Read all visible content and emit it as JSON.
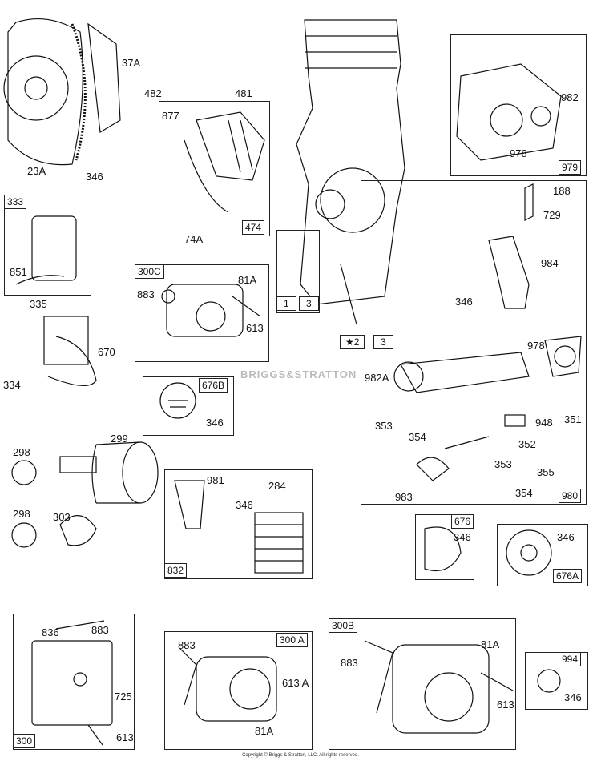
{
  "watermark": "BRIGGS&STRATTON",
  "copyright": "Copyright © Briggs & Stratton, LLC. All rights reserved.",
  "frame_tags": {
    "t333": "333",
    "t474": "474",
    "t300c": "300C",
    "t676b": "676B",
    "t832": "832",
    "t979": "979",
    "t980": "980",
    "t676": "676",
    "t676a": "676A",
    "t300": "300",
    "t300a": "300 A",
    "t300b": "300B",
    "t994": "994",
    "t1": "1",
    "t3a": "3",
    "t2": "★2",
    "t3b": "3"
  },
  "labels": {
    "p37a": "37A",
    "p23a": "23A",
    "p346_1": "346",
    "p482": "482",
    "p481": "481",
    "p877": "877",
    "p74a": "74A",
    "p851": "851",
    "p335": "335",
    "p670": "670",
    "p334": "334",
    "p883_1": "883",
    "p81a_1": "81A",
    "p613_1": "613",
    "p346_2": "346",
    "p298_1": "298",
    "p299": "299",
    "p298_2": "298",
    "p303": "303",
    "p981": "981",
    "p284": "284",
    "p346_3": "346",
    "p982": "982",
    "p978_1": "978",
    "p188": "188",
    "p729": "729",
    "p984": "984",
    "p346_4": "346",
    "p978_2": "978",
    "p982a": "982A",
    "p353_1": "353",
    "p354_1": "354",
    "p948": "948",
    "p351": "351",
    "p352": "352",
    "p353_2": "353",
    "p355": "355",
    "p354_2": "354",
    "p983": "983",
    "p346_5": "346",
    "p346_6": "346",
    "p836": "836",
    "p883_2": "883",
    "p725": "725",
    "p613_2": "613",
    "p883_3": "883",
    "p613a": "613 A",
    "p81a_2": "81A",
    "p883_4": "883",
    "p81a_3": "81A",
    "p613_3": "613",
    "p346_7": "346"
  }
}
